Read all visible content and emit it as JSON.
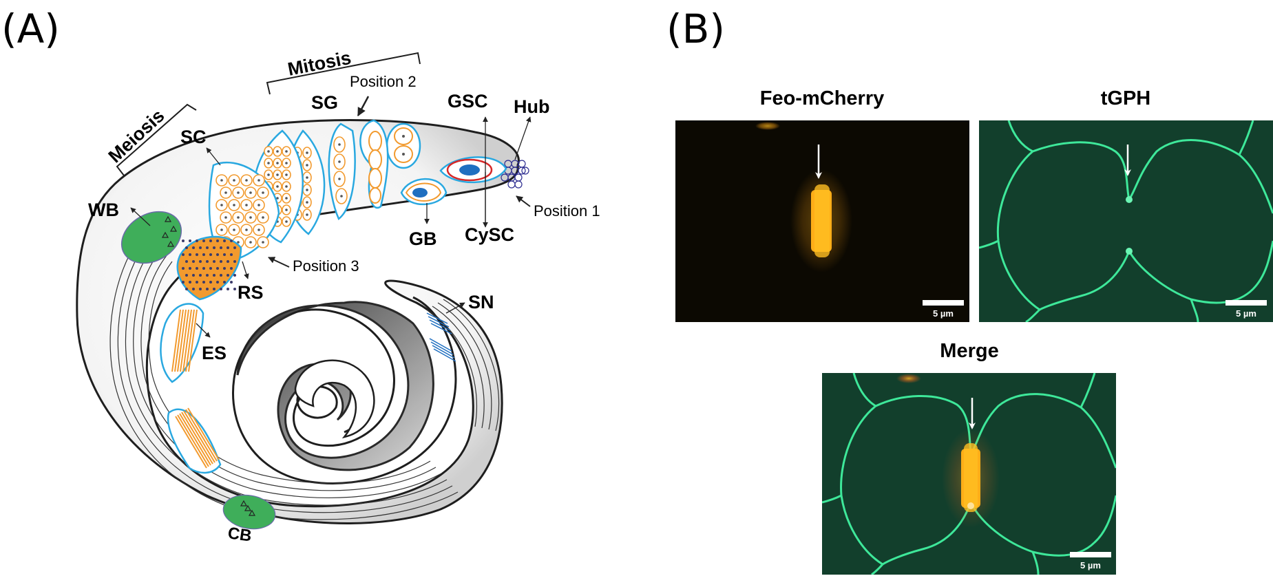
{
  "panel_a": {
    "letter": "(A)",
    "labels": {
      "mitosis": "Mitosis",
      "meiosis": "Meiosis",
      "position2": "Position 2",
      "position1": "Position 1",
      "position3": "Position 3",
      "sg": "SG",
      "sc": "SC",
      "gsc": "GSC",
      "hub": "Hub",
      "gb": "GB",
      "cysc": "CySC",
      "wb": "WB",
      "rs": "RS",
      "es": "ES",
      "sn": "SN",
      "cb": "CB"
    }
  },
  "panel_b": {
    "letter": "(B)",
    "images": [
      {
        "title": "Feo-mCherry",
        "scale": "5 µm"
      },
      {
        "title": "tGPH",
        "scale": "5 µm"
      },
      {
        "title": "Merge",
        "scale": "5 µm"
      }
    ]
  },
  "colors": {
    "cyst_outline": "#29a8e0",
    "spermatocyte": "#f29a2e",
    "nucleus_blue": "#1f6fc0",
    "gsc_ring": "#d62828",
    "waste_bag": "#3fae5a",
    "membrane_green": "#2fd58a",
    "feo_orange": "#ffb020"
  }
}
